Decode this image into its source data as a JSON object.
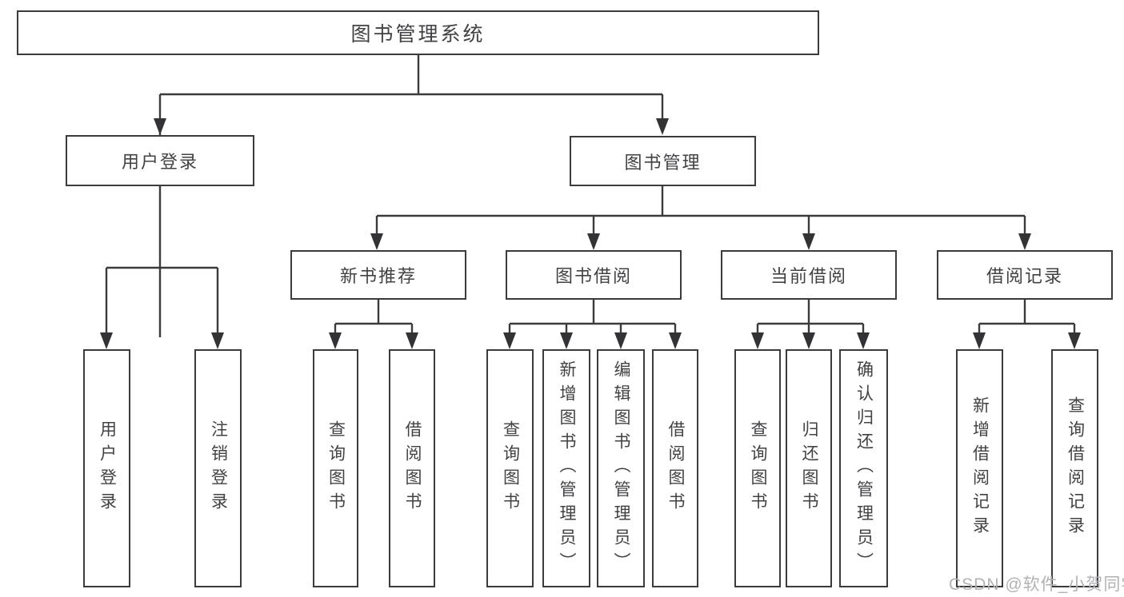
{
  "diagram": {
    "root": {
      "label": "图书管理系统"
    },
    "level1": [
      {
        "label": "用户登录"
      },
      {
        "label": "图书管理"
      }
    ],
    "level2": [
      {
        "label": "新书推荐"
      },
      {
        "label": "图书借阅"
      },
      {
        "label": "当前借阅"
      },
      {
        "label": "借阅记录"
      }
    ],
    "leaves": [
      {
        "label": "用户登录"
      },
      {
        "label": "注销登录"
      },
      {
        "label": "查询图书"
      },
      {
        "label": "借阅图书"
      },
      {
        "label": "查询图书"
      },
      {
        "label": "新增图书（管理员）"
      },
      {
        "label": "编辑图书（管理员）"
      },
      {
        "label": "借阅图书"
      },
      {
        "label": "查询图书"
      },
      {
        "label": "归还图书"
      },
      {
        "label": "确认归还（管理员）"
      },
      {
        "label": "新增借阅记录"
      },
      {
        "label": "查询借阅记录"
      }
    ]
  },
  "colors": {
    "line": "#3b3b3d",
    "box_border": "#3b3b3d",
    "text": "#424245",
    "watermark": "#b2b2b4"
  },
  "watermark": {
    "text": "CSDN @软件_小贺同学"
  }
}
